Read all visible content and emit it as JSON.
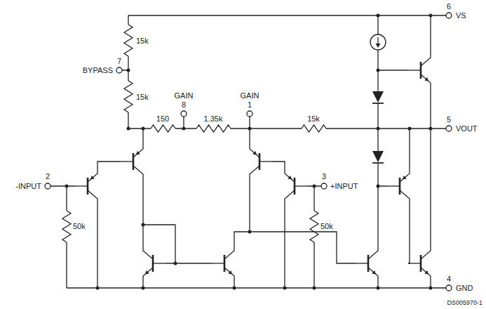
{
  "diagram": {
    "labels": [
      "6",
      "VS",
      "7",
      "BYPASS",
      "15k",
      "15k",
      "8",
      "GAIN",
      "1",
      "GAIN",
      "150",
      "1.35k",
      "15k",
      "5",
      "VOUT",
      "2",
      "-INPUT",
      "3",
      "+INPUT",
      "50k",
      "50k",
      "4",
      "GND",
      "DS005970-1"
    ]
  }
}
